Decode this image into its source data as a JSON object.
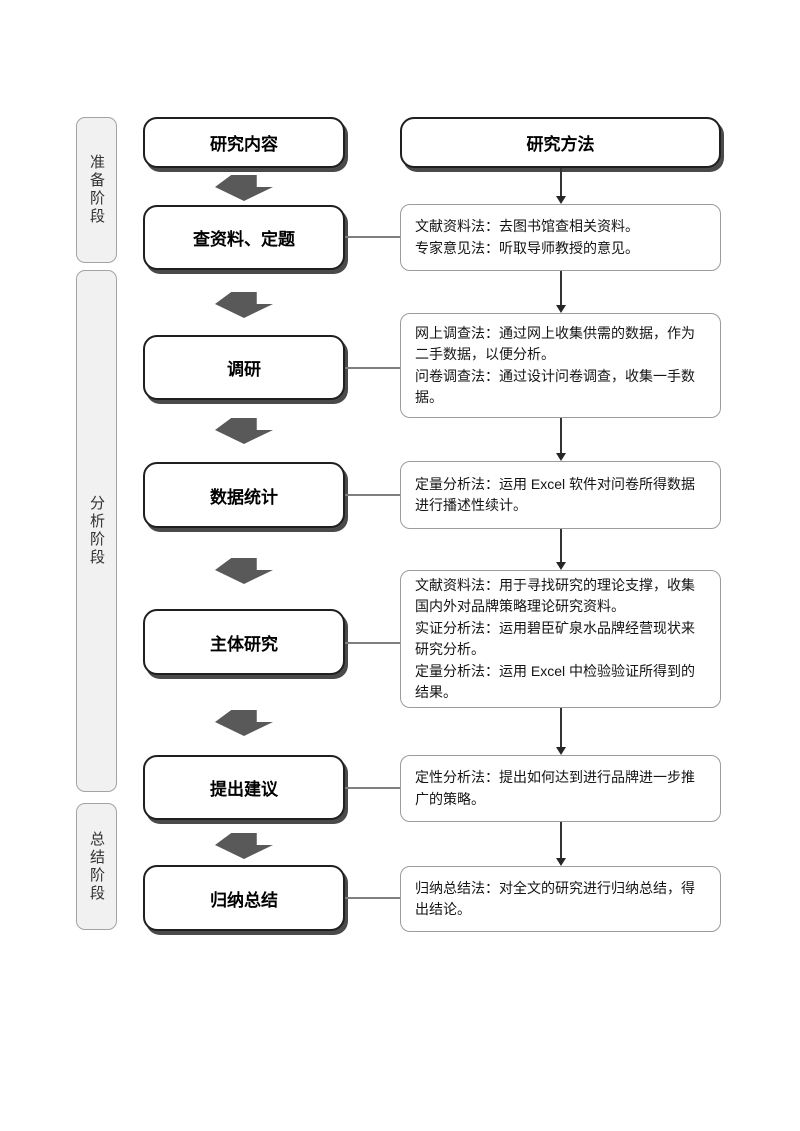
{
  "diagram": {
    "left_column_header": "研究内容",
    "right_column_header": "研究方法",
    "phases": [
      {
        "label": "准备阶段"
      },
      {
        "label": "分析阶段"
      },
      {
        "label": "总结阶段"
      }
    ],
    "steps": [
      {
        "label": "查资料、定题",
        "method": "文献资料法：去图书馆查相关资料。\n专家意见法：听取导师教授的意见。"
      },
      {
        "label": "调研",
        "method": "网上调查法：通过网上收集供需的数据，作为二手数据，以便分析。\n问卷调查法：通过设计问卷调查，收集一手数据。"
      },
      {
        "label": "数据统计",
        "method": "定量分析法：运用 Excel 软件对问卷所得数据进行播述性续计。"
      },
      {
        "label": "主体研究",
        "method": "文献资料法：用于寻找研究的理论支撑，收集国内外对品牌策略理论研究资料。\n实证分析法：运用碧臣矿泉水品牌经营现状来研究分析。\n定量分析法：运用 Excel 中检验验证所得到的结果。"
      },
      {
        "label": "提出建议",
        "method": "定性分析法：提出如何达到进行品牌进一步推广的策略。"
      },
      {
        "label": "归纳总结",
        "method": "归纳总结法：对全文的研究进行归纳总结，得出结论。"
      }
    ],
    "colors": {
      "step_box_border": "#1f1f1f",
      "step_box_shadow": "#4a4a4a",
      "block_arrow": "#595959",
      "thin_connector": "#7f7f7f",
      "method_box_border": "#9c9c9c",
      "phase_fill": "#f1f1f1",
      "background": "#ffffff"
    }
  }
}
